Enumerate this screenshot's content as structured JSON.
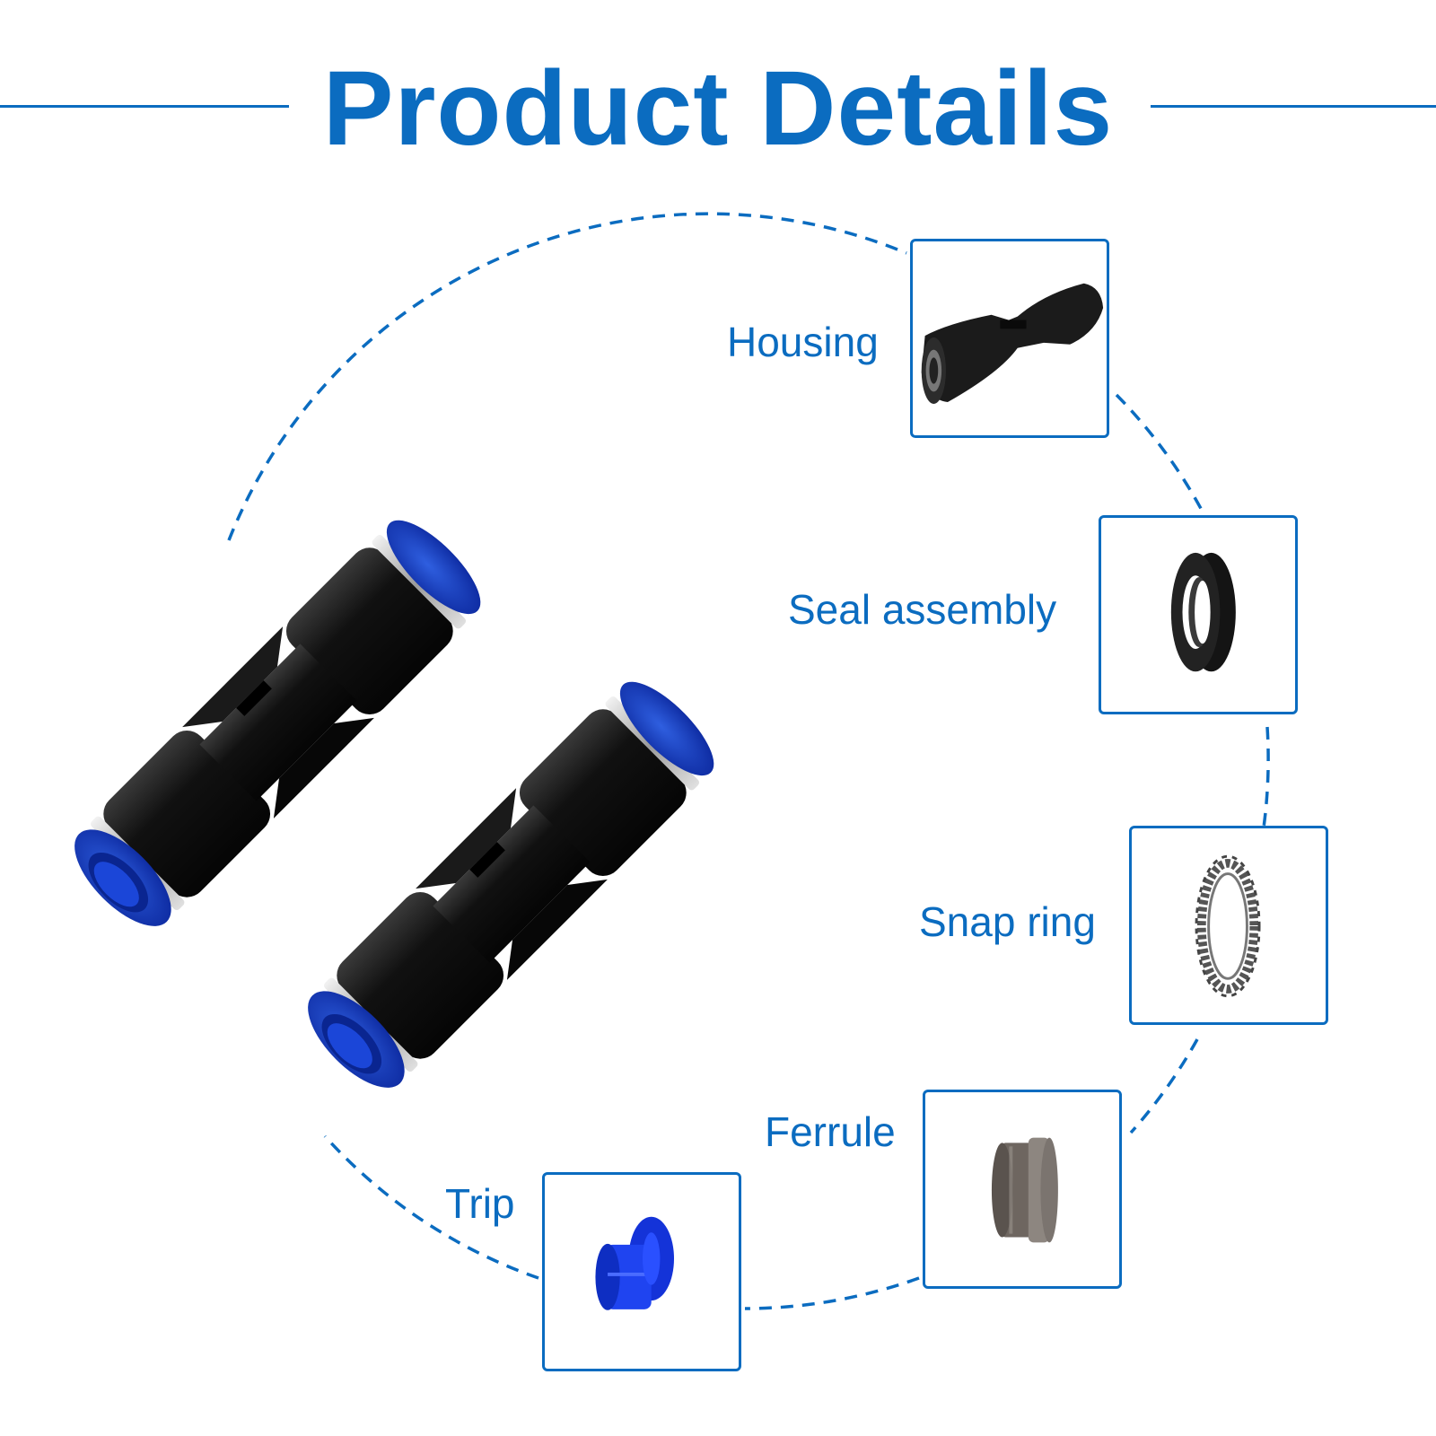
{
  "title": "Product Details",
  "accent_color": "#0b6cc0",
  "parts": [
    {
      "label": "Housing",
      "icon": "housing-icon"
    },
    {
      "label": "Seal assembly",
      "icon": "seal-ring-icon"
    },
    {
      "label": "Snap ring",
      "icon": "snap-ring-icon"
    },
    {
      "label": "Ferrule",
      "icon": "ferrule-icon"
    },
    {
      "label": "Trip",
      "icon": "trip-collet-icon"
    }
  ],
  "product_image": "push-fit-union-connectors-icon"
}
